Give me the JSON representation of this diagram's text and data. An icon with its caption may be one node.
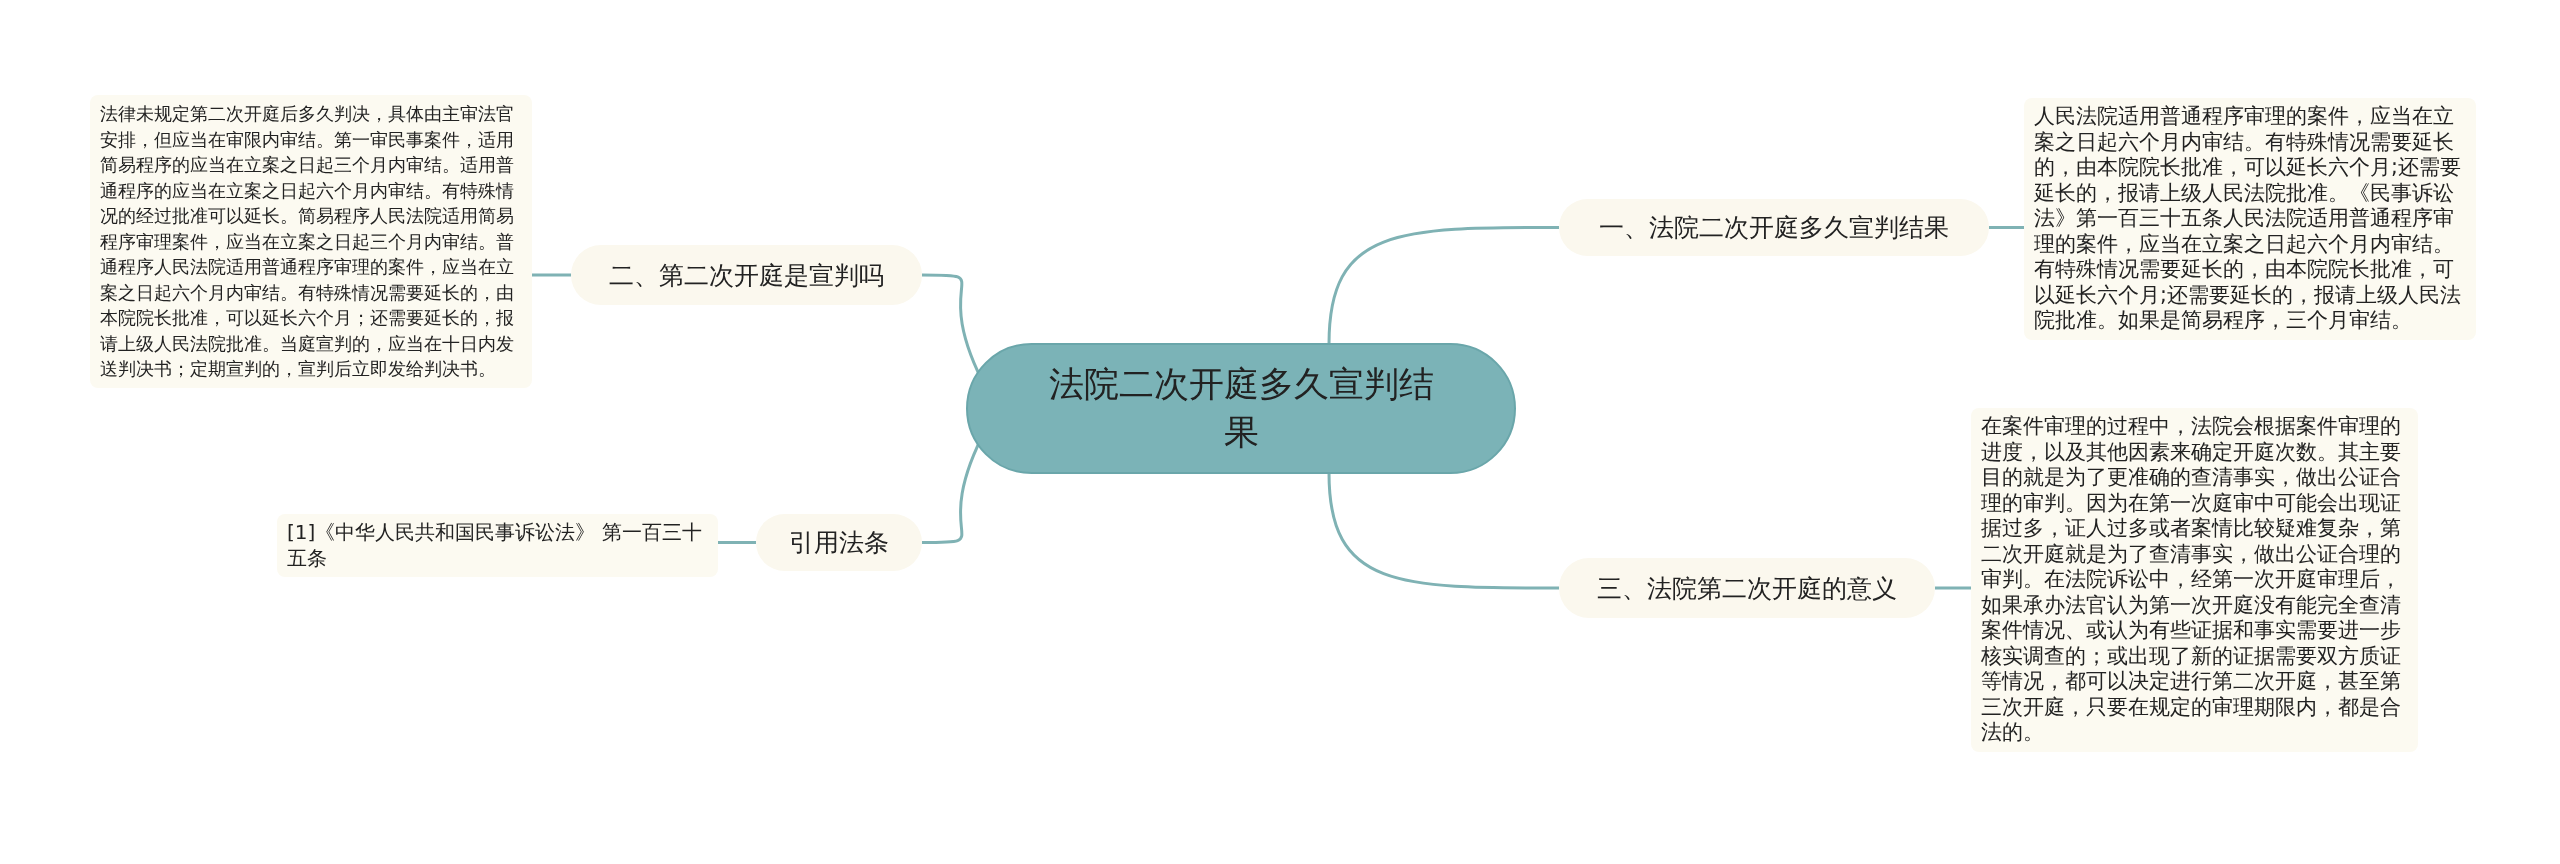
{
  "diagram": {
    "nodes": [
      {
        "text": [
          "法院二次开庭多久宣判结果"
        ]
      },
      {
        "text": [
          "一、法院二次开庭多久宣判结果"
        ]
      },
      {
        "text": [
          "人民法院适用普通程序审理的案件，应当在立案之日起六个月内审结。有特殊情况需要延长的，由本院院长批准，可以延长六个月;还需要延长的，报请上级人民法院批准。《民事诉讼法》第一百三十五条人民法院适用普通程序审理的案件，应当在立案之日起六个月内审结。有特殊情况需要延长的，由本院院长批准，可以延长六个月;还需要延长的，报请上级人民法院批准。如果是简易程序，三个月审结。"
        ]
      },
      {
        "text": [
          "二、第二次开庭是宣判吗"
        ]
      },
      {
        "text": [
          "法律未规定第二次开庭后多久判决，具体由主审法官安排，但应当在审限内审结。第一审民事案件，适用简易程序的应当在立案之日起三个月内审结。适用普通程序的应当在立案之日起六个月内审结。有特殊情况的经过批准可以延长。简易程序人民法院适用简易程序审理案件，应当在立案之日起三个月内审结。普通程序人民法院适用普通程序审理的案件，应当在立案之日起六个月内审结。有特殊情况需要延长的，由本院院长批准，可以延长六个月；还需要延长的，报请上级人民法院批准。当庭宣判的，应当在十日内发送判决书；定期宣判的，宣判后立即发给判决书。"
        ]
      },
      {
        "text": [
          "三、法院第二次开庭的意义"
        ]
      },
      {
        "text": [
          "在案件审理的过程中，法院会根据案件审理的进度，以及其他因素来确定开庭次数。其主要目的就是为了更准确的查清事实，做出公证合理的审判。因为在第一次庭审中可能会出现证据过多，证人过多或者案情比较疑难复杂，第二次开庭就是为了查清事实，做出公证合理的审判。在法院诉讼中，经第一次开庭审理后，如果承办法官认为第一次开庭没有能完全查清案件情况、或认为有些证据和事实需要进一步核实调查的；或出现了新的证据需要双方质证等情况，都可以决定进行第二次开庭，甚至第三次开庭，只要在规定的审理期限内，都是合法的。"
        ]
      },
      {
        "text": [
          "引用法条"
        ]
      },
      {
        "text": [
          "[1]《中华人民共和国民事诉讼法》 第一百三十五条"
        ]
      }
    ],
    "edges": [
      {
        "from": 0,
        "to": 1,
        "arrow": "none"
      },
      {
        "from": 1,
        "to": 2,
        "arrow": "none"
      },
      {
        "from": 0,
        "to": 3,
        "arrow": "none"
      },
      {
        "from": 3,
        "to": 4,
        "arrow": "none"
      },
      {
        "from": 0,
        "to": 5,
        "arrow": "none"
      },
      {
        "from": 5,
        "to": 6,
        "arrow": "none"
      },
      {
        "from": 0,
        "to": 7,
        "arrow": "none"
      },
      {
        "from": 7,
        "to": 8,
        "arrow": "none"
      }
    ]
  }
}
